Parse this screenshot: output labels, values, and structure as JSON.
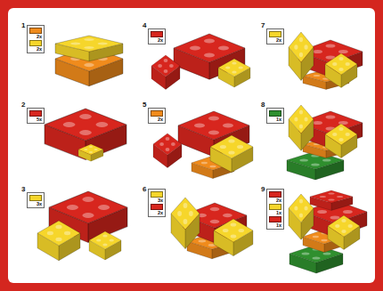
{
  "diagram": {
    "nodes": [
      {
        "text": [
          "1",
          "2x",
          "2x"
        ]
      },
      {
        "text": [
          "2",
          "5x"
        ]
      },
      {
        "text": [
          "3",
          "3x"
        ]
      },
      {
        "text": [
          "4",
          "2x"
        ]
      },
      {
        "text": [
          "5",
          "2x"
        ]
      },
      {
        "text": [
          "6",
          "3x",
          "2x"
        ]
      },
      {
        "text": [
          "7",
          "2x"
        ]
      },
      {
        "text": [
          "8",
          "1x"
        ]
      },
      {
        "text": [
          "9",
          "2x",
          "1x",
          "1x"
        ]
      }
    ]
  }
}
